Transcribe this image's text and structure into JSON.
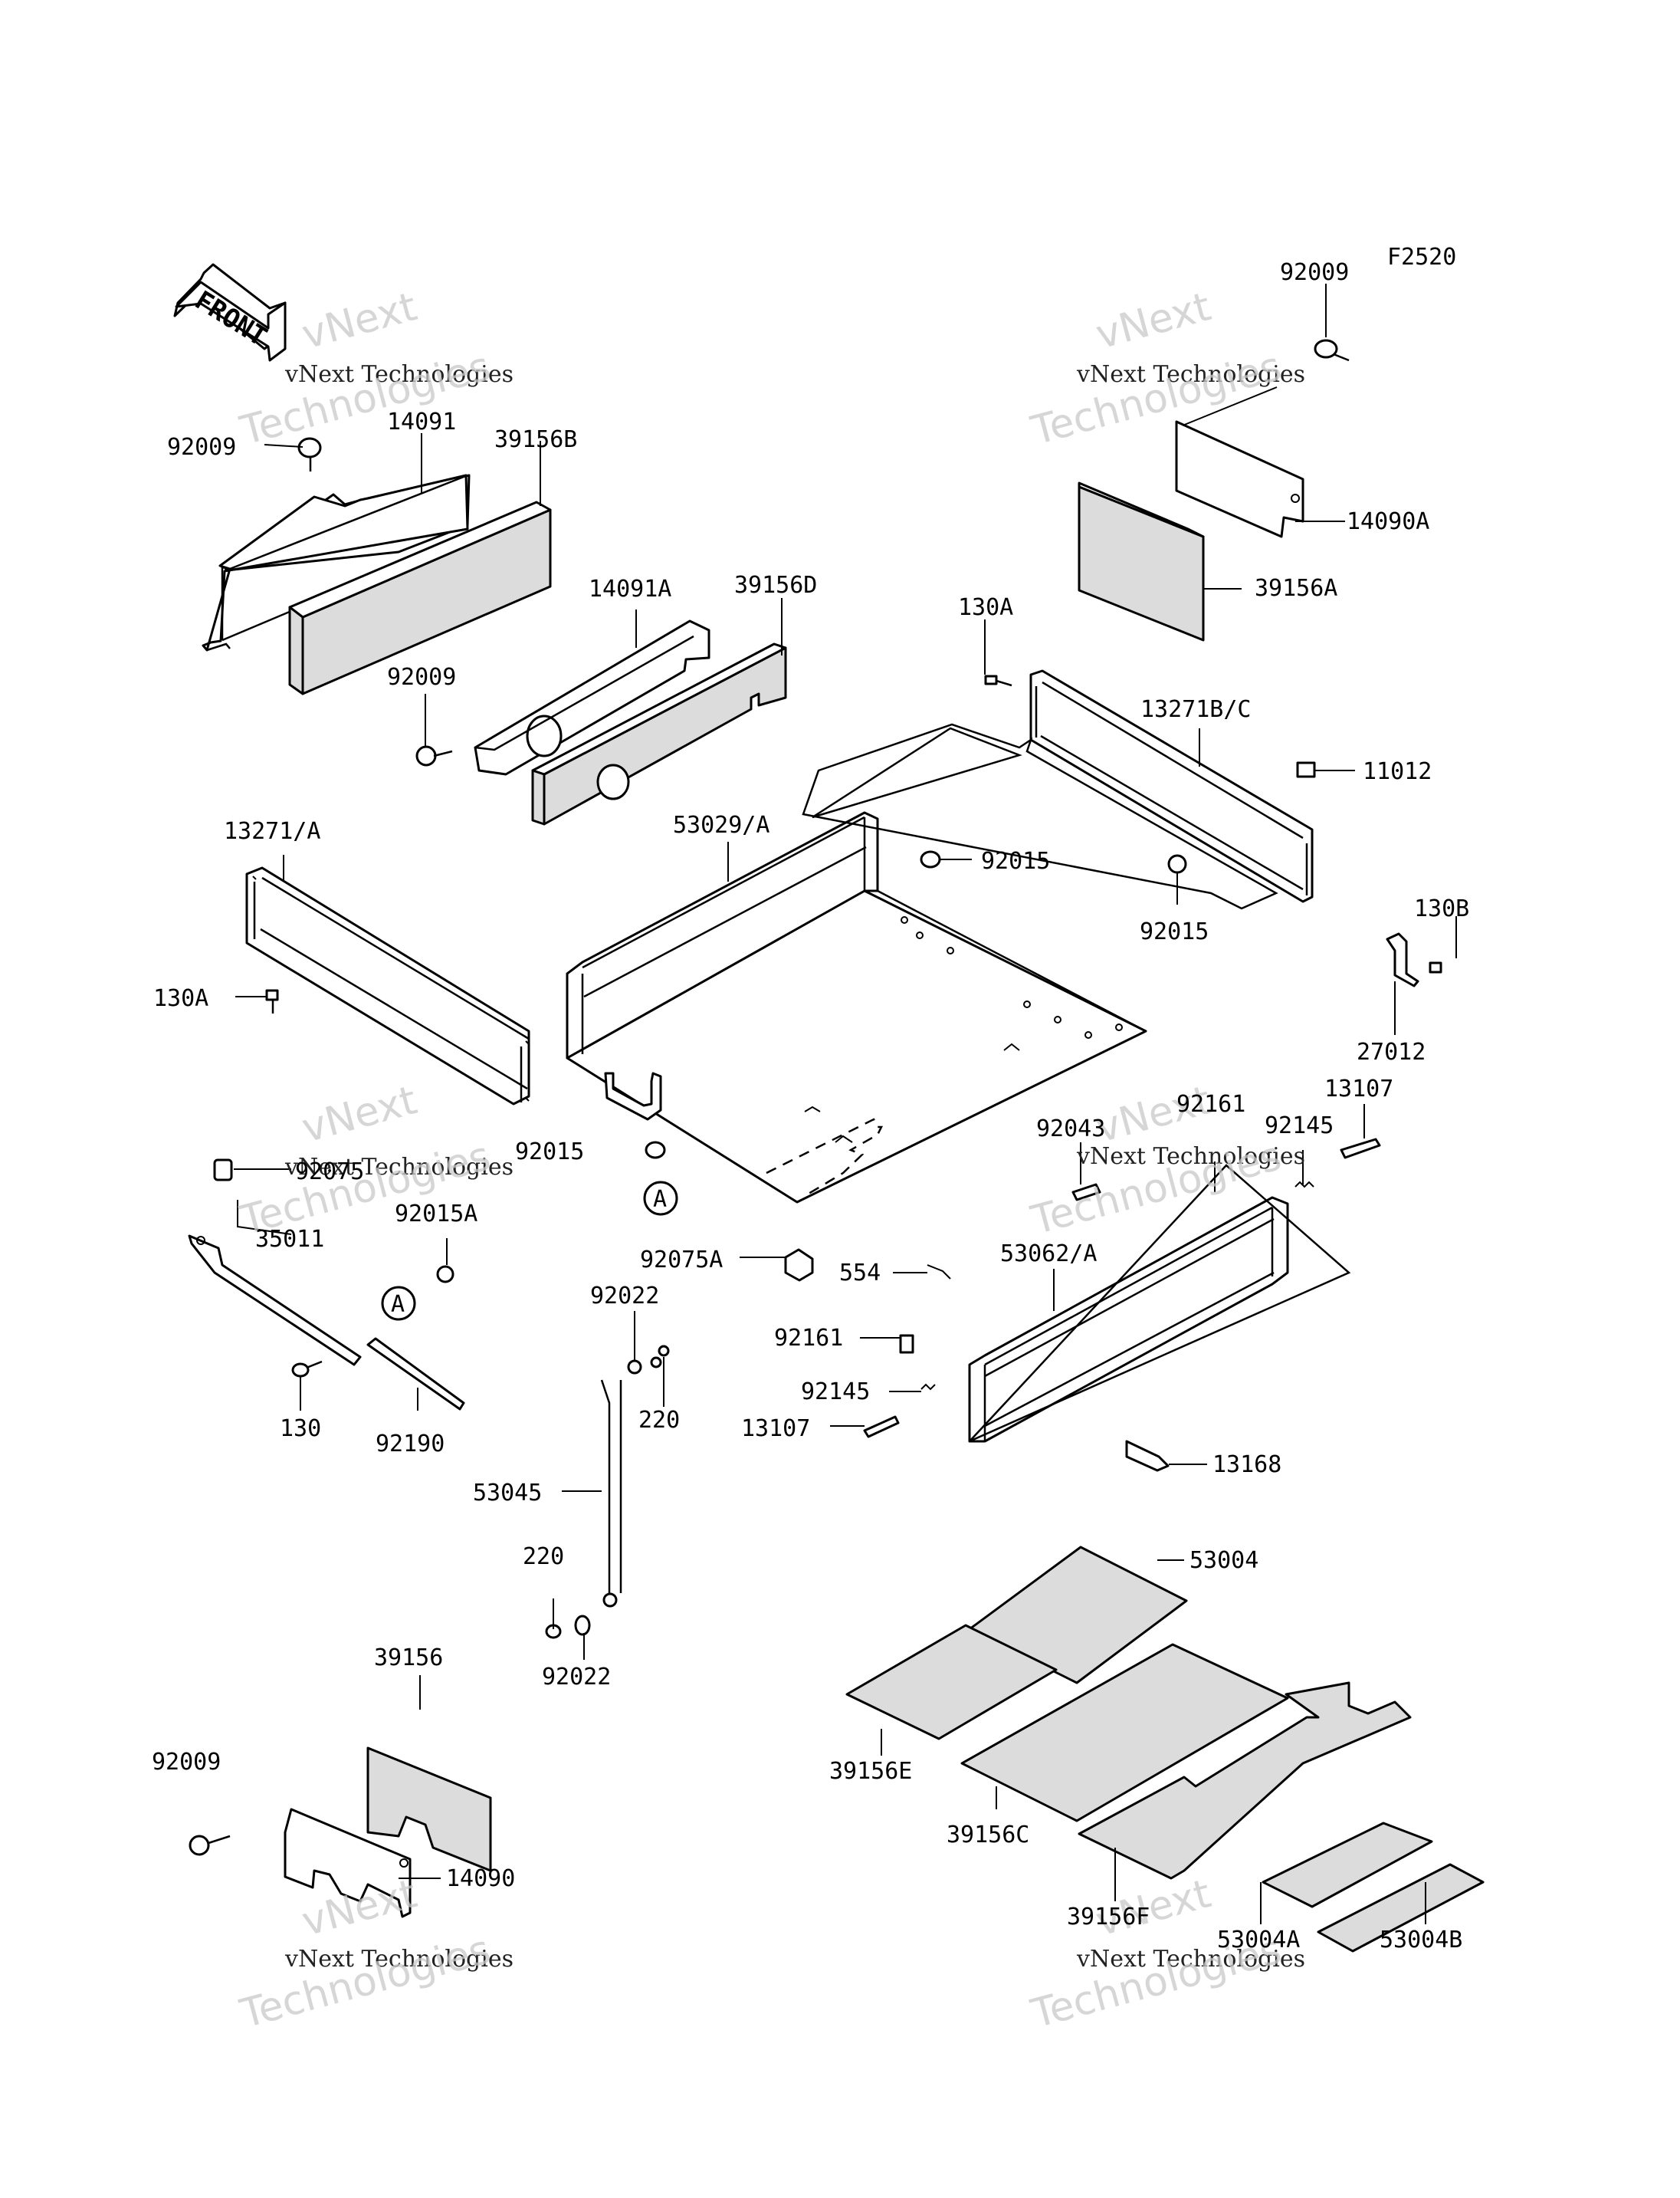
{
  "figure_code": "F2520",
  "front_label": "FRONT",
  "circle_ref": "A",
  "watermark": {
    "brand": "vNext",
    "company": "vNext Technologies",
    "word": "Technologies"
  },
  "parts": {
    "p92009_tr": "92009",
    "p92009_tl": "92009",
    "p92009_mid": "92009",
    "p92009_bl": "92009",
    "p14091": "14091",
    "p39156B": "39156B",
    "p14090A": "14090A",
    "p39156A": "39156A",
    "p14091A": "14091A",
    "p39156D": "39156D",
    "p130A_r": "130A",
    "p13271BC": "13271B/C",
    "p11012": "11012",
    "p13271A": "13271/A",
    "p53029A": "53029/A",
    "p92015_a": "92015",
    "p92015_b": "92015",
    "p92015_c": "92015",
    "p130B": "130B",
    "p130A_l": "130A",
    "p27012": "27012",
    "p13107_r": "13107",
    "p92161_r": "92161",
    "p92145_r": "92145",
    "p92043": "92043",
    "p92075": "92075",
    "p35011": "35011",
    "p92015A": "92015A",
    "p92075A": "92075A",
    "p554": "554",
    "p53062A": "53062/A",
    "p92022_t": "92022",
    "p130": "130",
    "p92190": "92190",
    "p220_t": "220",
    "p92161_l": "92161",
    "p92145_l": "92145",
    "p13107_l": "13107",
    "p13168": "13168",
    "p53045": "53045",
    "p220_b": "220",
    "p53004": "53004",
    "p92022_b": "92022",
    "p39156": "39156",
    "p39156E": "39156E",
    "p39156C": "39156C",
    "p14090": "14090",
    "p39156F": "39156F",
    "p53004A": "53004A",
    "p53004B": "53004B"
  }
}
